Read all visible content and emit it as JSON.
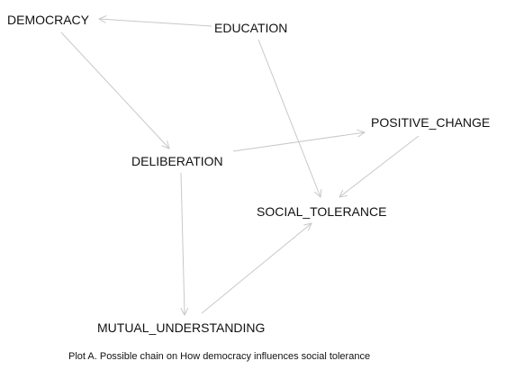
{
  "diagram": {
    "nodes": [
      {
        "id": "democracy",
        "label": "DEMOCRACY"
      },
      {
        "id": "education",
        "label": "EDUCATION"
      },
      {
        "id": "deliberation",
        "label": "DELIBERATION"
      },
      {
        "id": "positive_change",
        "label": "POSITIVE_CHANGE"
      },
      {
        "id": "social_tolerance",
        "label": "SOCIAL_TOLERANCE"
      },
      {
        "id": "mutual_understanding",
        "label": "MUTUAL_UNDERSTANDING"
      }
    ],
    "edges": [
      {
        "from": "education",
        "to": "democracy"
      },
      {
        "from": "democracy",
        "to": "deliberation"
      },
      {
        "from": "education",
        "to": "social_tolerance"
      },
      {
        "from": "deliberation",
        "to": "positive_change"
      },
      {
        "from": "positive_change",
        "to": "social_tolerance"
      },
      {
        "from": "deliberation",
        "to": "mutual_understanding"
      },
      {
        "from": "mutual_understanding",
        "to": "social_tolerance"
      }
    ],
    "edge_color": "#c8c8c8",
    "caption": "Plot A. Possible chain on How democracy influences social tolerance"
  }
}
